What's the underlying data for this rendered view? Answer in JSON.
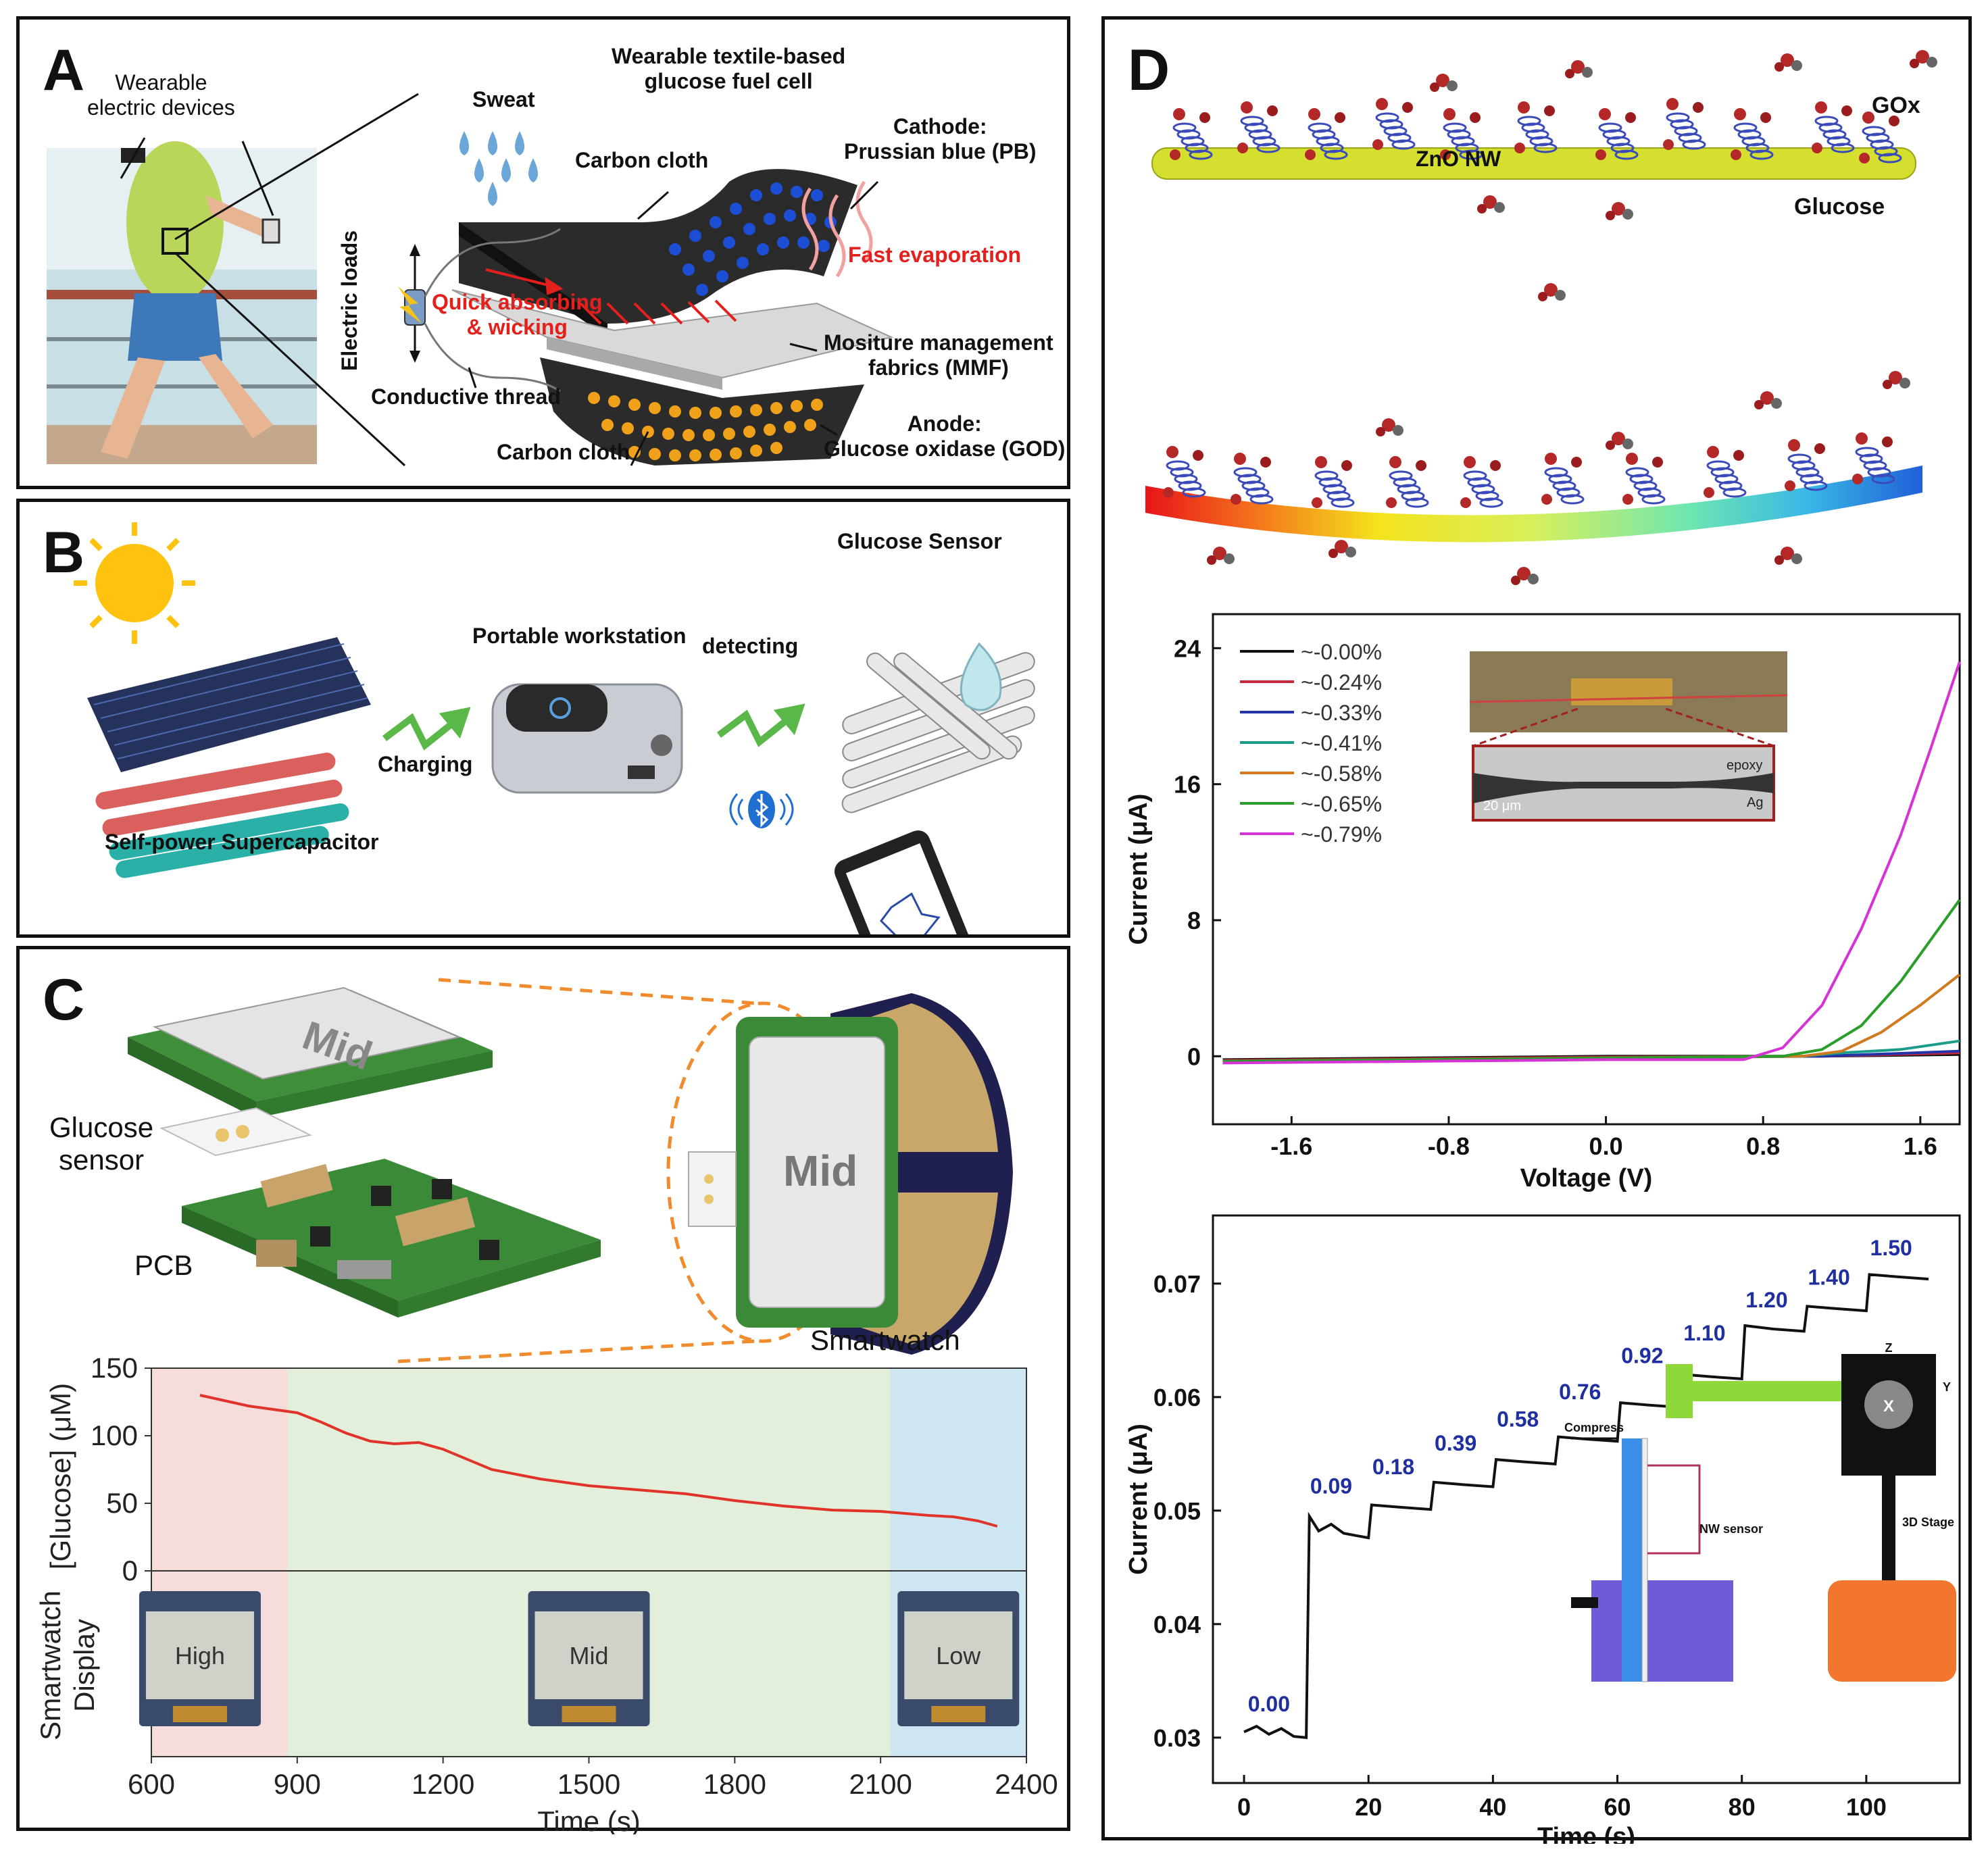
{
  "panel_a": {
    "label": "A",
    "wearable_devices": "Wearable\nelectric devices",
    "title": "Wearable textile-based\nglucose fuel cell",
    "sweat": "Sweat",
    "carbon_cloth_top": "Carbon cloth",
    "cathode": "Cathode:\nPrussian blue (PB)",
    "fast_evaporation": "Fast evaporation",
    "electric_loads": "Electric loads",
    "quick_absorbing": "Quick absorbing\n& wicking",
    "mmf": "Mositure management\nfabrics (MMF)",
    "conductive_thread": "Conductive thread",
    "carbon_cloth_bottom": "Carbon cloth",
    "anode": "Anode:\nGlucose oxidase (GOD)"
  },
  "panel_b": {
    "label": "B",
    "glucose_sensor": "Glucose Sensor",
    "portable_workstation": "Portable workstation",
    "detecting": "detecting",
    "charging": "Charging",
    "supercapacitor": "Self-power Supercapacitor"
  },
  "panel_c": {
    "label": "C",
    "chip_text": "Mid",
    "watch_text": "Mid",
    "glucose_sensor": "Glucose\nsensor",
    "pcb": "PCB",
    "smartwatch": "Smartwatch",
    "displays": [
      "High",
      "Mid",
      "Low"
    ],
    "colors": {
      "pink": "#f7dcdc",
      "green": "#e3eedb",
      "blue": "#cde6f2",
      "line": "#e0342a"
    }
  },
  "panel_d": {
    "label": "D",
    "gox": "GOx",
    "zno": "ZnO NW",
    "glucose": "Glucose",
    "inset_labels": {
      "scale": "20 μm",
      "epoxy": "epoxy",
      "ag": "Ag"
    },
    "setup_labels": {
      "compress": "Compress",
      "nw_sensor": "NW sensor",
      "stage": "3D Stage",
      "z": "Z",
      "x": "X",
      "y": "Y"
    },
    "colors": {
      "rod": "#d4df2f",
      "pink": "#d633d6",
      "green": "#2a9e2a",
      "orange": "#cf7a1f",
      "teal": "#1a9c8a",
      "blue": "#2333a8",
      "label_blue": "#1f2fa0"
    }
  },
  "chart_data": [
    {
      "type": "line",
      "title": "",
      "xlabel": "Time (s)",
      "ylabel": "[Glucose] (μM)",
      "xlim": [
        600,
        2400
      ],
      "ylim": [
        0,
        150
      ],
      "xticks": [
        "600",
        "900",
        "1200",
        "1500",
        "1800",
        "2100",
        "2400"
      ],
      "yticks": [
        "0",
        "50",
        "100",
        "150"
      ],
      "lower_axis_label": "Smartwatch\nDisplay",
      "series": [
        {
          "x": [
            700,
            800,
            900,
            950,
            1000,
            1050,
            1100,
            1150,
            1200,
            1300,
            1400,
            1500,
            1600,
            1700,
            1800,
            1900,
            2000,
            2100,
            2200,
            2250,
            2300,
            2340
          ],
          "values": [
            130,
            122,
            117,
            110,
            102,
            96,
            94,
            95,
            90,
            75,
            68,
            63,
            60,
            57,
            52,
            48,
            45,
            44,
            41,
            40,
            37,
            33
          ]
        }
      ],
      "background_bands": [
        [
          600,
          880
        ],
        [
          880,
          2120
        ],
        [
          2120,
          2400
        ]
      ]
    },
    {
      "type": "line",
      "title": "",
      "xlabel": "Voltage (V)",
      "ylabel": "Current (μA)",
      "xlim": [
        -2.0,
        1.8
      ],
      "ylim": [
        -4,
        26
      ],
      "xticks": [
        "-1.6",
        "-0.8",
        "0.0",
        "0.8",
        "1.6"
      ],
      "yticks": [
        "0",
        "8",
        "16",
        "24"
      ],
      "series": [
        {
          "name": "~-0.00%",
          "x": [
            -1.95,
            0.0,
            1.1,
            1.8
          ],
          "values": [
            -0.2,
            0,
            0,
            0.1
          ]
        },
        {
          "name": "~-0.24%",
          "x": [
            -1.95,
            0.0,
            1.1,
            1.8
          ],
          "values": [
            -0.25,
            -0.05,
            0,
            0.2
          ]
        },
        {
          "name": "~-0.33%",
          "x": [
            -1.95,
            0.0,
            1.1,
            1.8
          ],
          "values": [
            -0.3,
            -0.1,
            0,
            0.3
          ]
        },
        {
          "name": "~-0.41%",
          "x": [
            -1.95,
            0.0,
            1.0,
            1.2,
            1.5,
            1.8
          ],
          "values": [
            -0.3,
            -0.1,
            0,
            0.2,
            0.4,
            0.9
          ]
        },
        {
          "name": "~-0.58%",
          "x": [
            -1.95,
            0.0,
            1.0,
            1.2,
            1.4,
            1.6,
            1.8
          ],
          "values": [
            -0.3,
            -0.1,
            0,
            0.3,
            1.4,
            3.0,
            4.8
          ]
        },
        {
          "name": "~-0.65%",
          "x": [
            -1.95,
            0.0,
            0.9,
            1.1,
            1.3,
            1.5,
            1.65,
            1.8
          ],
          "values": [
            -0.3,
            -0.1,
            0,
            0.4,
            1.8,
            4.4,
            6.8,
            9.2
          ]
        },
        {
          "name": "~-0.79%",
          "x": [
            -1.95,
            0.0,
            0.7,
            0.9,
            1.1,
            1.3,
            1.5,
            1.65,
            1.8
          ],
          "values": [
            -0.4,
            -0.2,
            -0.2,
            0.5,
            3.0,
            7.5,
            13.0,
            18.0,
            23.2
          ]
        }
      ]
    },
    {
      "type": "line",
      "title": "",
      "xlabel": "Time (s)",
      "ylabel": "Current (μA)",
      "xlim": [
        -5,
        115
      ],
      "ylim": [
        0.026,
        0.076
      ],
      "xticks": [
        "0",
        "20",
        "40",
        "60",
        "80",
        "100"
      ],
      "yticks": [
        "0.03",
        "0.04",
        "0.05",
        "0.06",
        "0.07"
      ],
      "step_labels": [
        "0.00",
        "0.09",
        "0.18",
        "0.39",
        "0.58",
        "0.76",
        "0.92",
        "1.10",
        "1.20",
        "1.40",
        "1.50"
      ],
      "series": [
        {
          "x": [
            0,
            2,
            4,
            6,
            8,
            10,
            10.5,
            12,
            14,
            16,
            18,
            20,
            20.5,
            25,
            30,
            30.5,
            35,
            40,
            40.5,
            45,
            50,
            50.5,
            55,
            60,
            60.5,
            65,
            70,
            70.5,
            75,
            80,
            80.5,
            85,
            90,
            90.5,
            95,
            100,
            100.5,
            105,
            110
          ],
          "values": [
            0.0305,
            0.031,
            0.0303,
            0.0308,
            0.0301,
            0.03,
            0.0495,
            0.0482,
            0.0488,
            0.048,
            0.0478,
            0.0476,
            0.0505,
            0.0503,
            0.0501,
            0.0525,
            0.0523,
            0.0521,
            0.0545,
            0.0543,
            0.0541,
            0.0565,
            0.0563,
            0.0561,
            0.0595,
            0.0593,
            0.0591,
            0.062,
            0.0618,
            0.0616,
            0.0663,
            0.066,
            0.0658,
            0.068,
            0.0678,
            0.0676,
            0.0708,
            0.0706,
            0.0704
          ]
        }
      ]
    }
  ]
}
